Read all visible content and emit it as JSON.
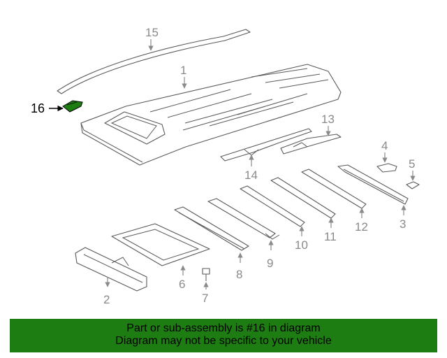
{
  "callouts": {
    "c1": "1",
    "c2": "2",
    "c3": "3",
    "c4": "4",
    "c5": "5",
    "c6": "6",
    "c7": "7",
    "c8": "8",
    "c9": "9",
    "c10": "10",
    "c11": "11",
    "c12": "12",
    "c13": "13",
    "c14": "14",
    "c15": "15",
    "c16": "16"
  },
  "banner": {
    "line1": "Part or sub-assembly is #16 in diagram",
    "line2": "Diagram may not be specific to your vehicle"
  },
  "colors": {
    "banner_bg": "#1e7d12",
    "highlight_part": "#1e7d12",
    "line_art": "#5a5a5a",
    "callout_text": "#8a8a8a"
  }
}
